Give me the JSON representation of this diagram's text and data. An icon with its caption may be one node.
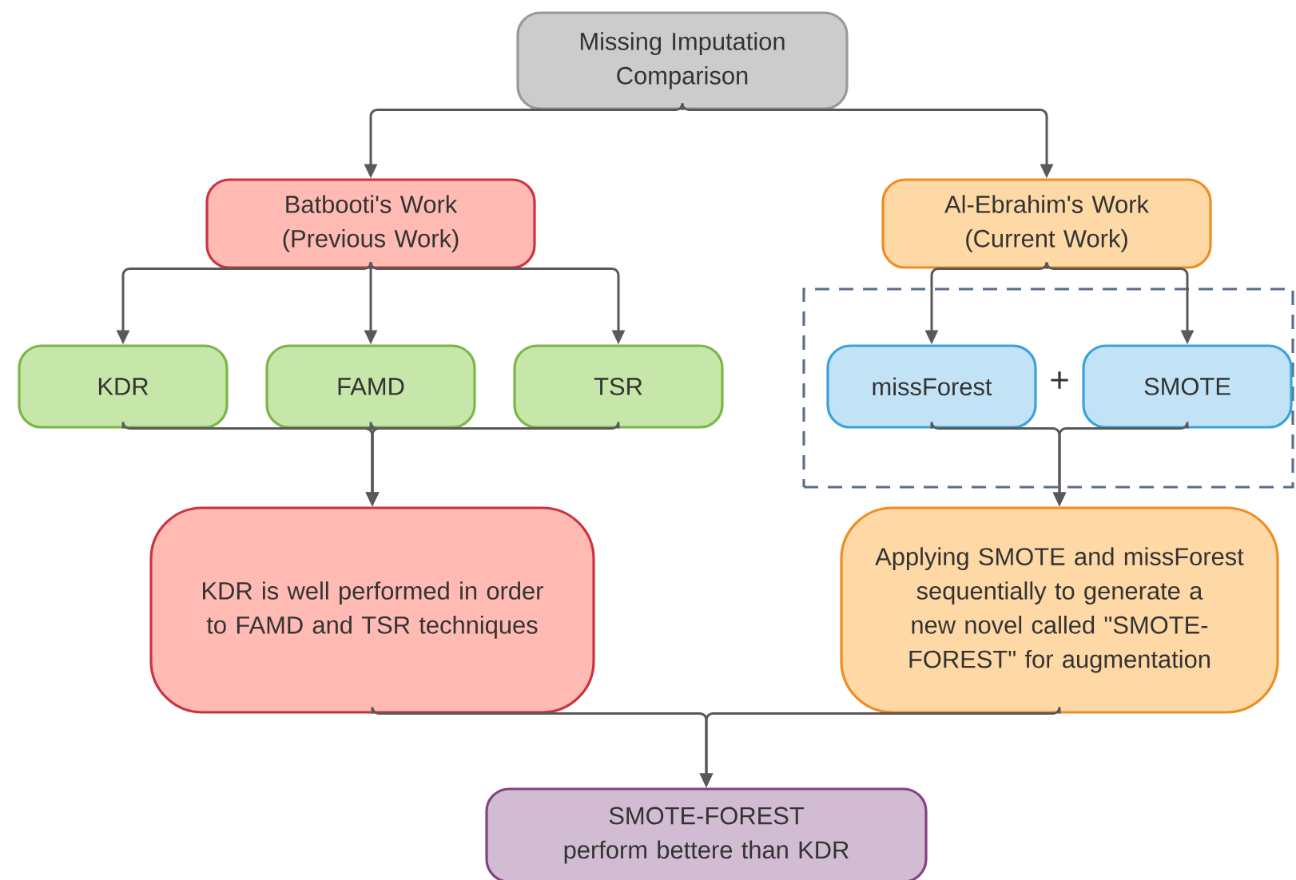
{
  "diagram": {
    "nodes": [
      {
        "text": [
          "Missing Imputation Comparison"
        ]
      },
      {
        "text": [
          "Batbooti's Work (Previous Work)"
        ]
      },
      {
        "text": [
          "Al-Ebrahim's Work (Current Work)"
        ]
      },
      {
        "text": [],
        "shape": "box"
      },
      {
        "text": [
          "KDR"
        ]
      },
      {
        "text": [
          "FAMD"
        ]
      },
      {
        "text": [
          "TSR"
        ]
      },
      {
        "text": [
          "missForest"
        ],
        "in": 3
      },
      {
        "text": [
          "SMOTE"
        ],
        "in": 3
      },
      {
        "text": [
          "KDR is well performed in order to FAMD and TSR techniques"
        ]
      },
      {
        "text": [
          "Applying SMOTE and missForest sequentially to generate a new novel called \"SMOTE-FOREST\" for augmentation"
        ]
      },
      {
        "text": [
          "SMOTE-FOREST perform bettere than KDR"
        ]
      }
    ],
    "edges": [
      {
        "from": 0,
        "to": 1,
        "arrow": "to"
      },
      {
        "from": 0,
        "to": 2,
        "arrow": "to"
      },
      {
        "from": 1,
        "to": 4,
        "arrow": "to"
      },
      {
        "from": 1,
        "to": 5,
        "arrow": "to"
      },
      {
        "from": 1,
        "to": 6,
        "arrow": "to"
      },
      {
        "from": 2,
        "to": 7,
        "arrow": "to"
      },
      {
        "from": 2,
        "to": 8,
        "arrow": "to"
      },
      {
        "from": 4,
        "to": 9,
        "arrow": "to"
      },
      {
        "from": 5,
        "to": 9,
        "arrow": "to"
      },
      {
        "from": 6,
        "to": 9,
        "arrow": "to"
      },
      {
        "from": 7,
        "to": 10,
        "arrow": "to"
      },
      {
        "from": 8,
        "to": 10,
        "arrow": "to"
      },
      {
        "from": 9,
        "to": 11,
        "arrow": "to"
      },
      {
        "from": 10,
        "to": 11,
        "arrow": "to"
      }
    ],
    "labels": [
      "+"
    ]
  }
}
